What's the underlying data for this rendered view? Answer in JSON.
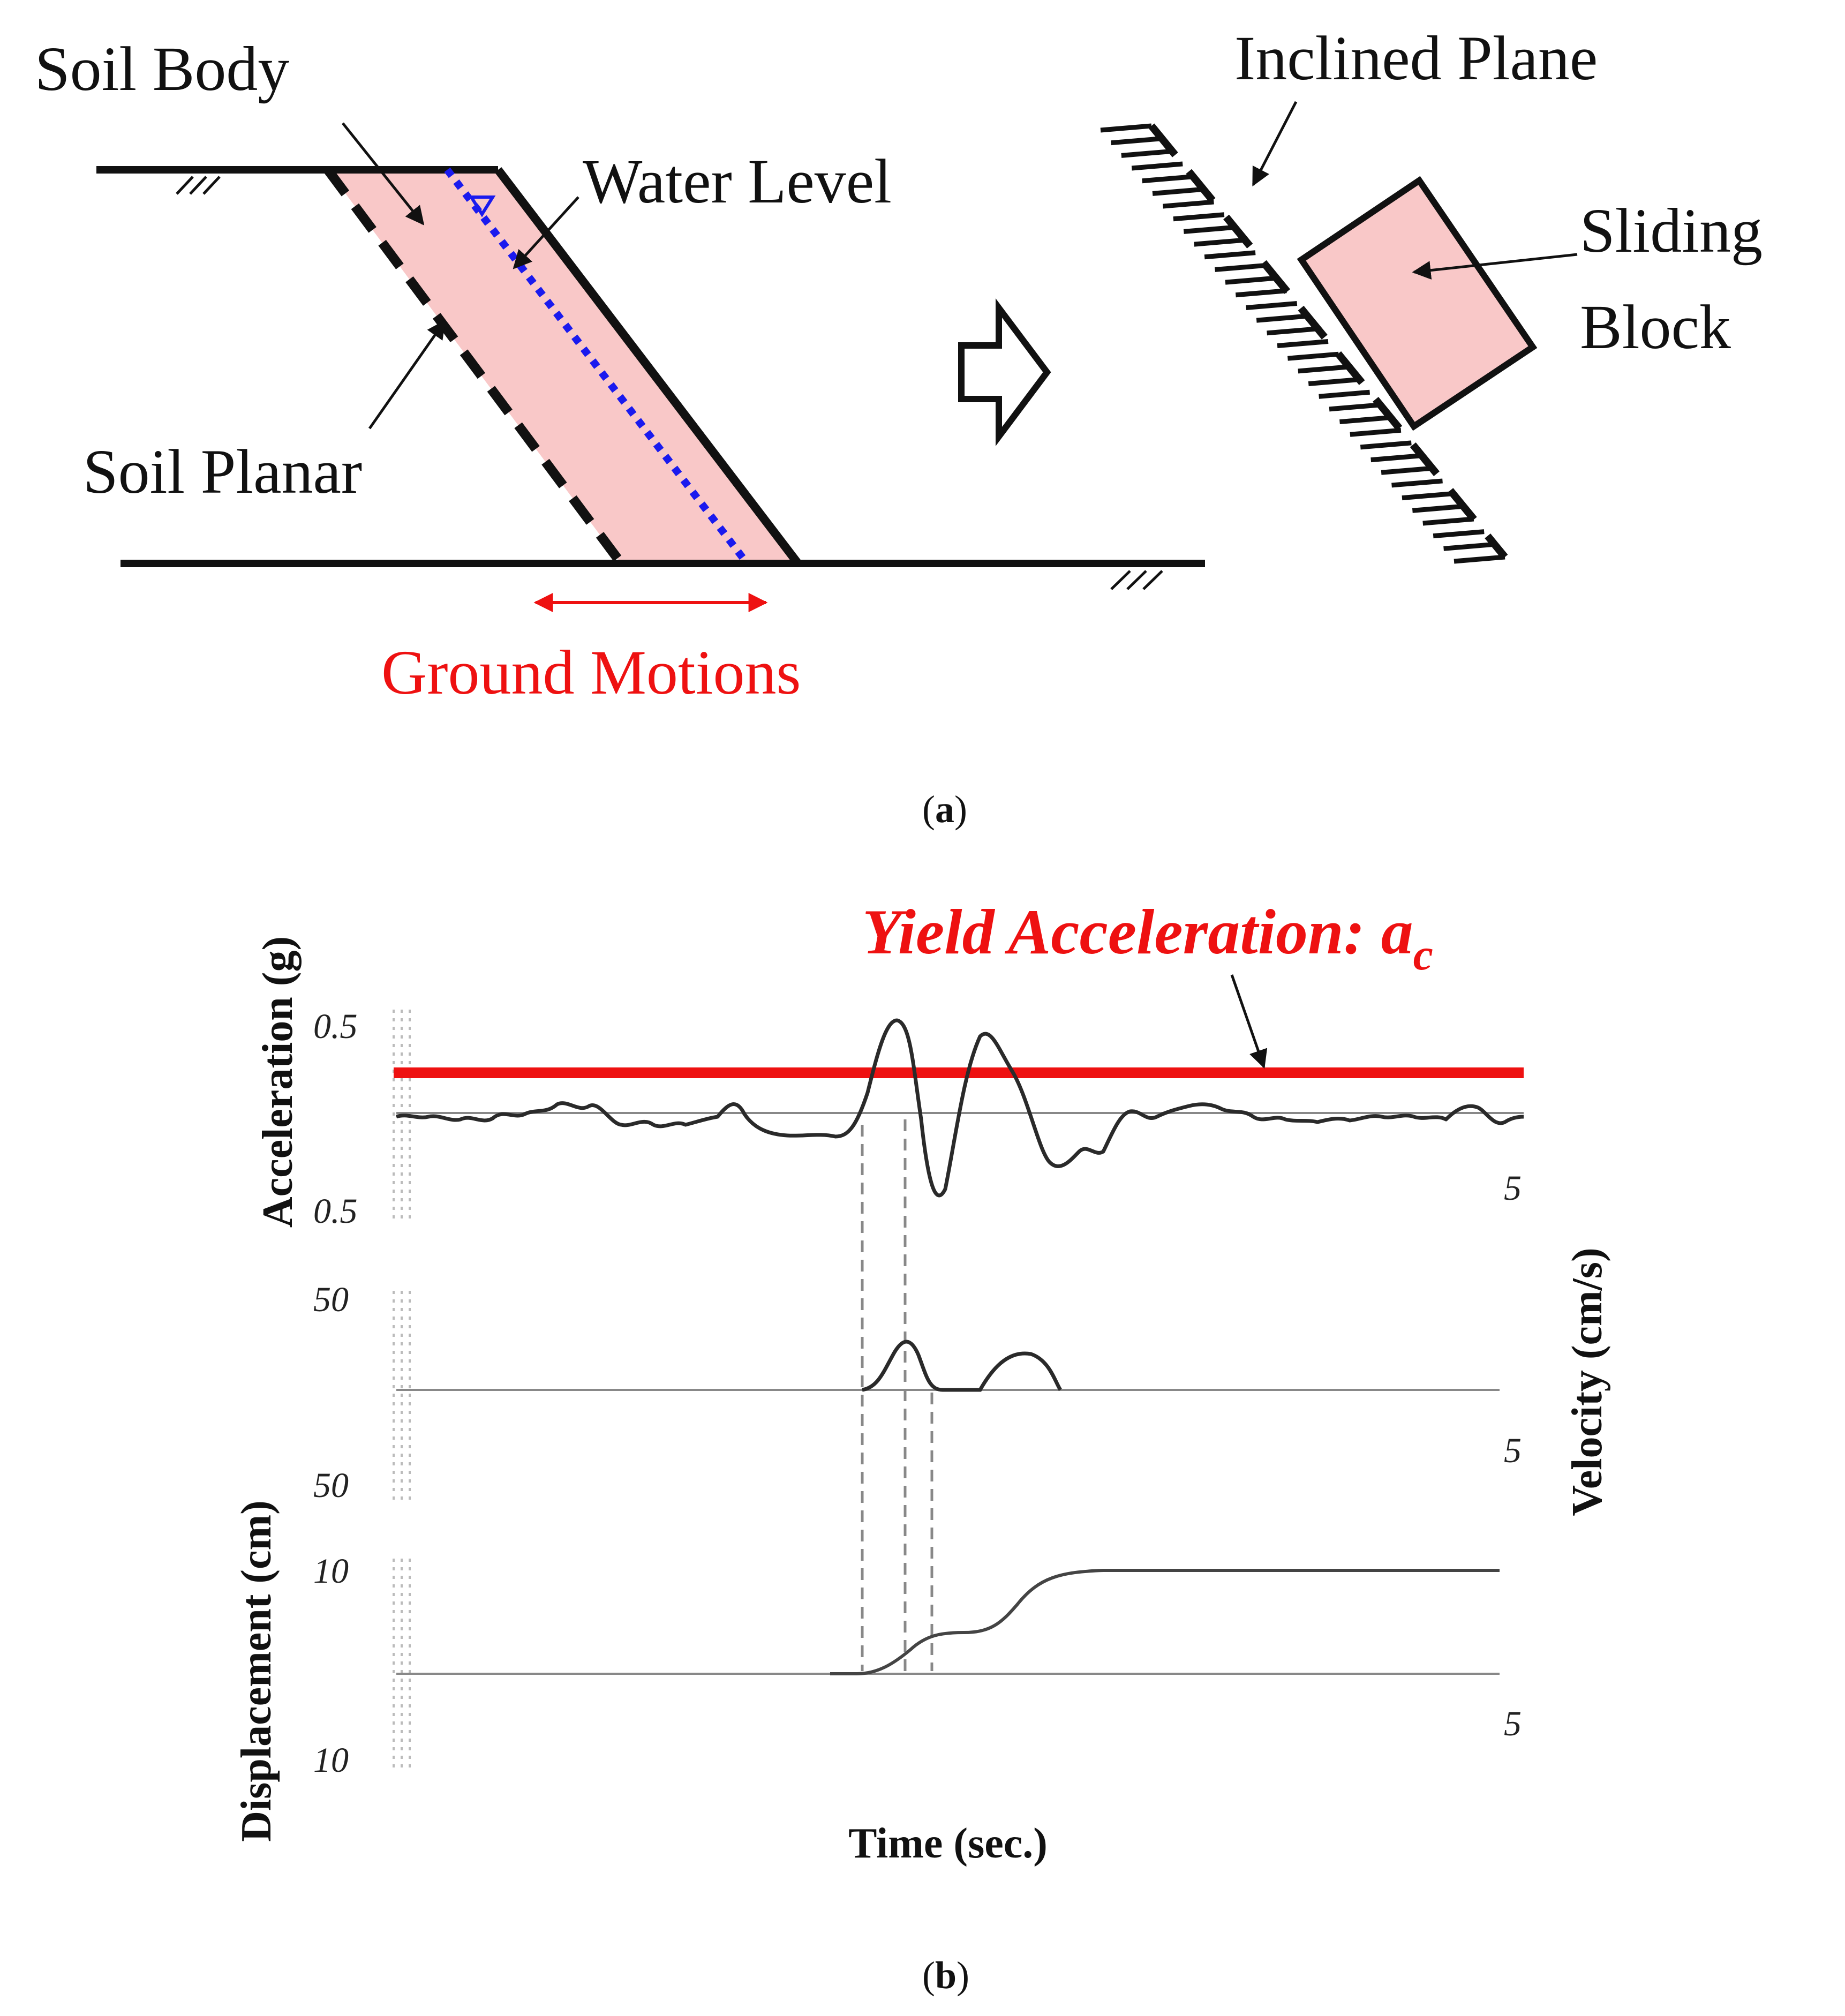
{
  "panel_a": {
    "labels": {
      "soil_body": "Soil Body",
      "water_level": "Water Level",
      "soil_planar": "Soil Planar",
      "ground_motions": "Ground Motions",
      "inclined_plane": "Inclined Plane",
      "sliding_line1": "Sliding",
      "sliding_line2": "Block"
    },
    "caption": "(a)",
    "caption_open": "(",
    "caption_letter": "a",
    "caption_close": ")"
  },
  "panel_b": {
    "yield_label": "Yield Acceleration: a",
    "yield_sub": "c",
    "caption_open": "(",
    "caption_letter": "b",
    "caption_close": ")",
    "acceleration": {
      "ylabel": "Acceleration (g)",
      "tick_top": "0.5",
      "tick_bottom": "0.5",
      "end_tick": "5"
    },
    "velocity": {
      "ylabel": "Velocity (cm/s)",
      "tick_top": "50",
      "tick_bottom": "50",
      "end_tick": "5"
    },
    "displacement": {
      "ylabel": "Displacement (cm)",
      "tick_top": "10",
      "tick_bottom": "10",
      "end_tick": "5"
    },
    "xlabel": "Time (sec.)"
  },
  "colors": {
    "slab_fill": "#f9c8c8",
    "water_line": "#1a1aee",
    "highlight": "#ee1111",
    "trace": "#2a2a2a"
  }
}
